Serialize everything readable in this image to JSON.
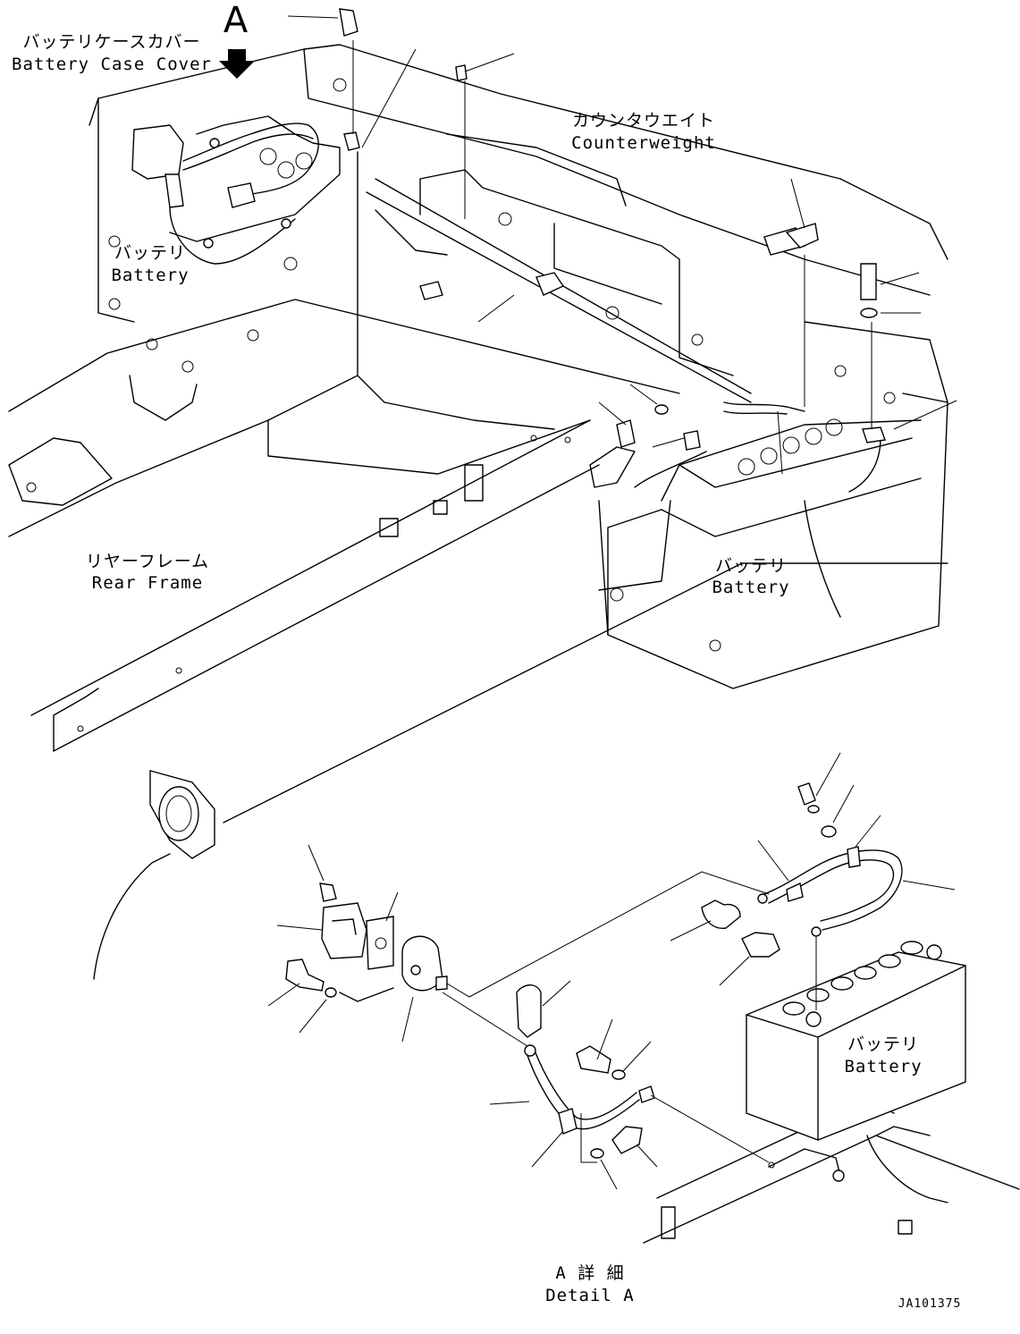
{
  "view_marker": "A",
  "labels": {
    "battery_case_cover_jp": "バッテリケースカバー",
    "battery_case_cover_en": "Battery Case Cover",
    "counterweight_jp": "カウンタウエイト",
    "counterweight_en": "Counterweight",
    "battery_left_jp": "バッテリ",
    "battery_left_en": "Battery",
    "battery_right_jp": "バッテリ",
    "battery_right_en": "Battery",
    "rear_frame_jp": "リヤーフレーム",
    "rear_frame_en": "Rear Frame",
    "battery_detail_jp": "バッテリ",
    "battery_detail_en": "Battery",
    "detail_jp": "A 詳 細",
    "detail_en": "Detail A"
  },
  "drawing_code": "JA101375"
}
